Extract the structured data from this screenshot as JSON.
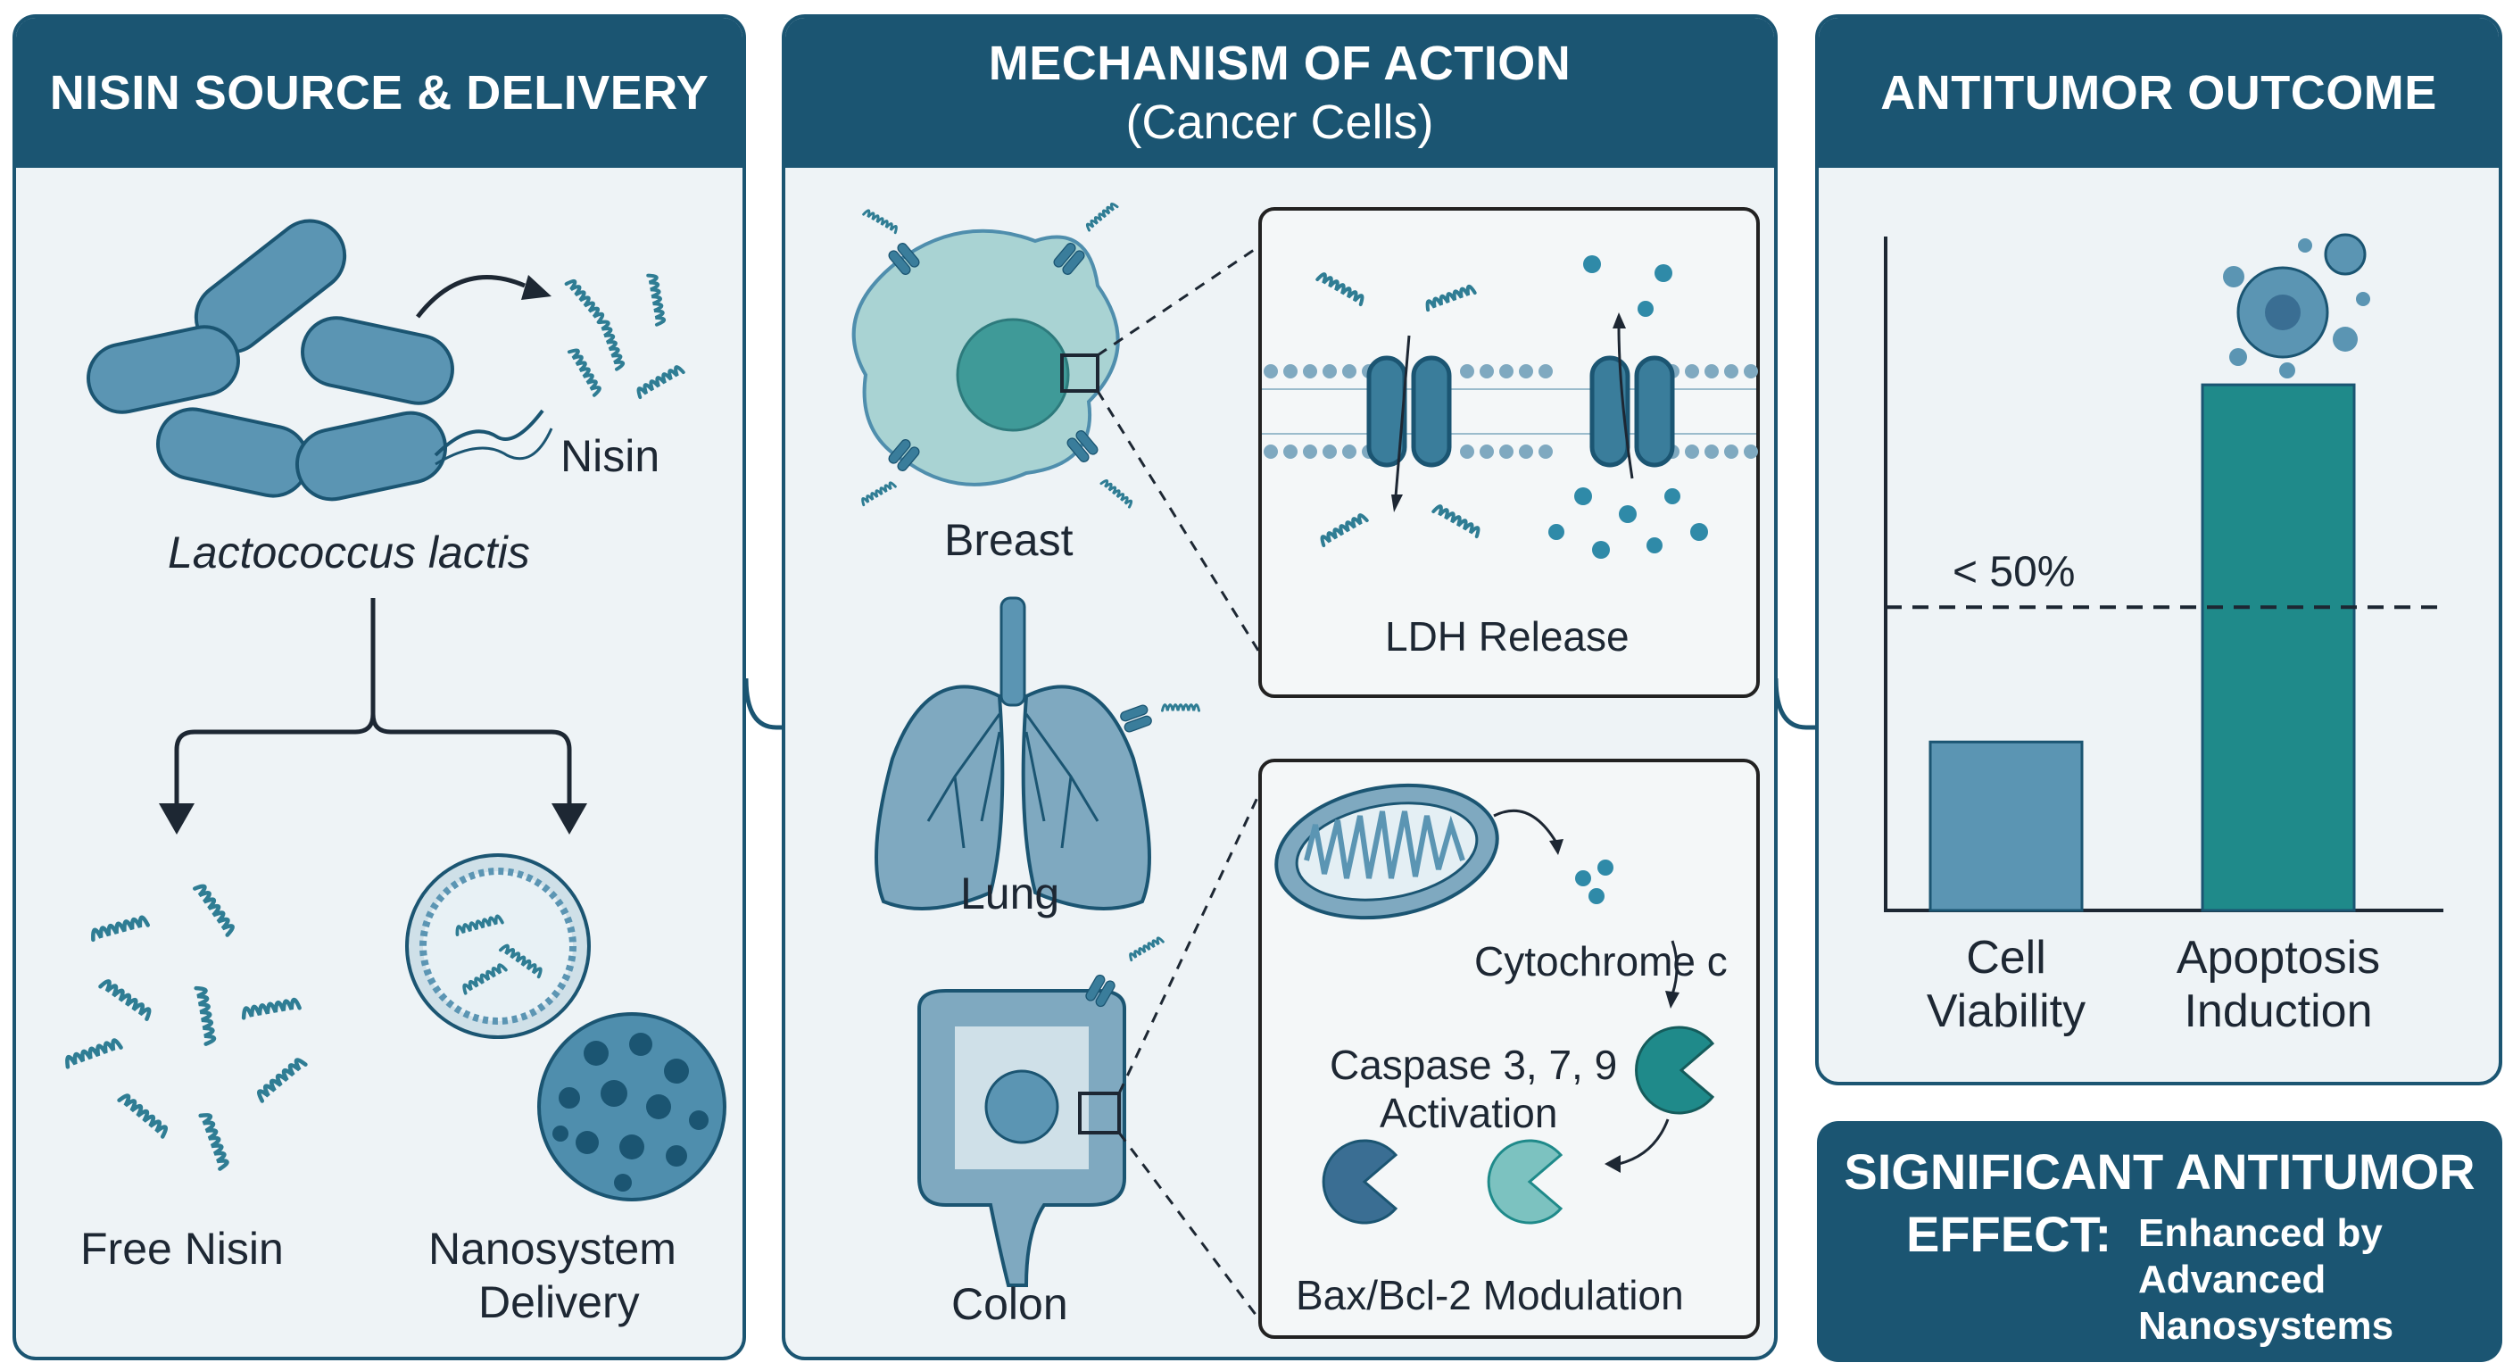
{
  "panels": {
    "source": {
      "title": "NISIN SOURCE & DELIVERY",
      "bacteria_label": "Lactococcus lactis",
      "nisin_label": "Nisin",
      "free_label": "Free Nisin",
      "nano_label_1": "Nanosystem",
      "nano_label_2": "Delivery"
    },
    "mechanism": {
      "title": "MECHANISM OF ACTION",
      "subtitle": "(Cancer Cells)",
      "organs": {
        "breast": "Breast",
        "lung": "Lung",
        "colon": "Colon"
      },
      "ldh_label": "LDH Release",
      "cytochrome_label": "Cytochrome c",
      "caspase_label_1": "Caspase 3, 7, 9",
      "caspase_label_2": "Activation",
      "bax_label": "Bax/Bcl-2 Modulation"
    },
    "outcome": {
      "title": "ANTITUMOR OUTCOME",
      "threshold_label": "< 50%"
    }
  },
  "chart_data": {
    "type": "bar",
    "categories": [
      "Cell Viability",
      "Apoptosis Induction"
    ],
    "category_lines": [
      [
        "Cell",
        "Viability"
      ],
      [
        "Apoptosis",
        "Induction"
      ]
    ],
    "values": [
      25,
      78
    ],
    "threshold": 45,
    "ylim": [
      0,
      100
    ],
    "colors": [
      "#5b95b3",
      "#1f8a8a"
    ]
  },
  "summary": {
    "line1": "SIGNIFICANT ANTITUMOR",
    "line2": "EFFECT:",
    "desc": [
      "Enhanced by",
      "Advanced",
      "Nanosystems"
    ]
  },
  "colors": {
    "header": "#1b5572",
    "accent": "#1f8a8a",
    "cell": "#4f8ead",
    "panel_bg": "#eef3f6"
  }
}
